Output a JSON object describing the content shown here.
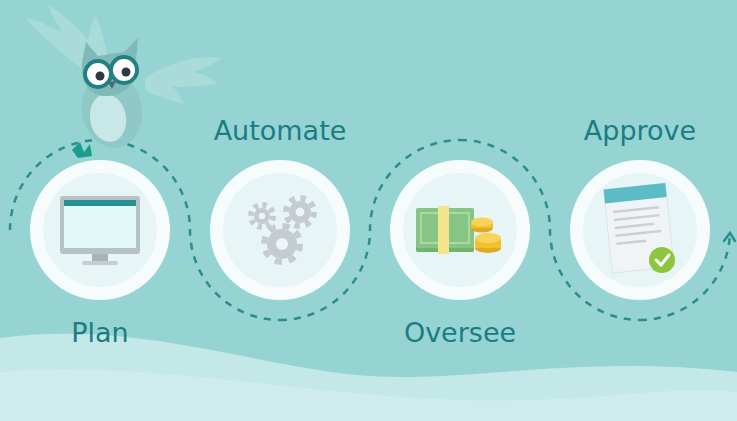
{
  "diagram": {
    "nodes": [
      {
        "text": [
          "Plan"
        ]
      },
      {
        "text": [
          "Automate"
        ]
      },
      {
        "text": [
          "Oversee"
        ]
      },
      {
        "text": [
          "Approve"
        ]
      }
    ],
    "edges": [
      {
        "from": 0,
        "to": 1,
        "arrow": "none"
      },
      {
        "from": 1,
        "to": 2,
        "arrow": "none"
      },
      {
        "from": 2,
        "to": 3,
        "arrow": "none"
      }
    ]
  }
}
